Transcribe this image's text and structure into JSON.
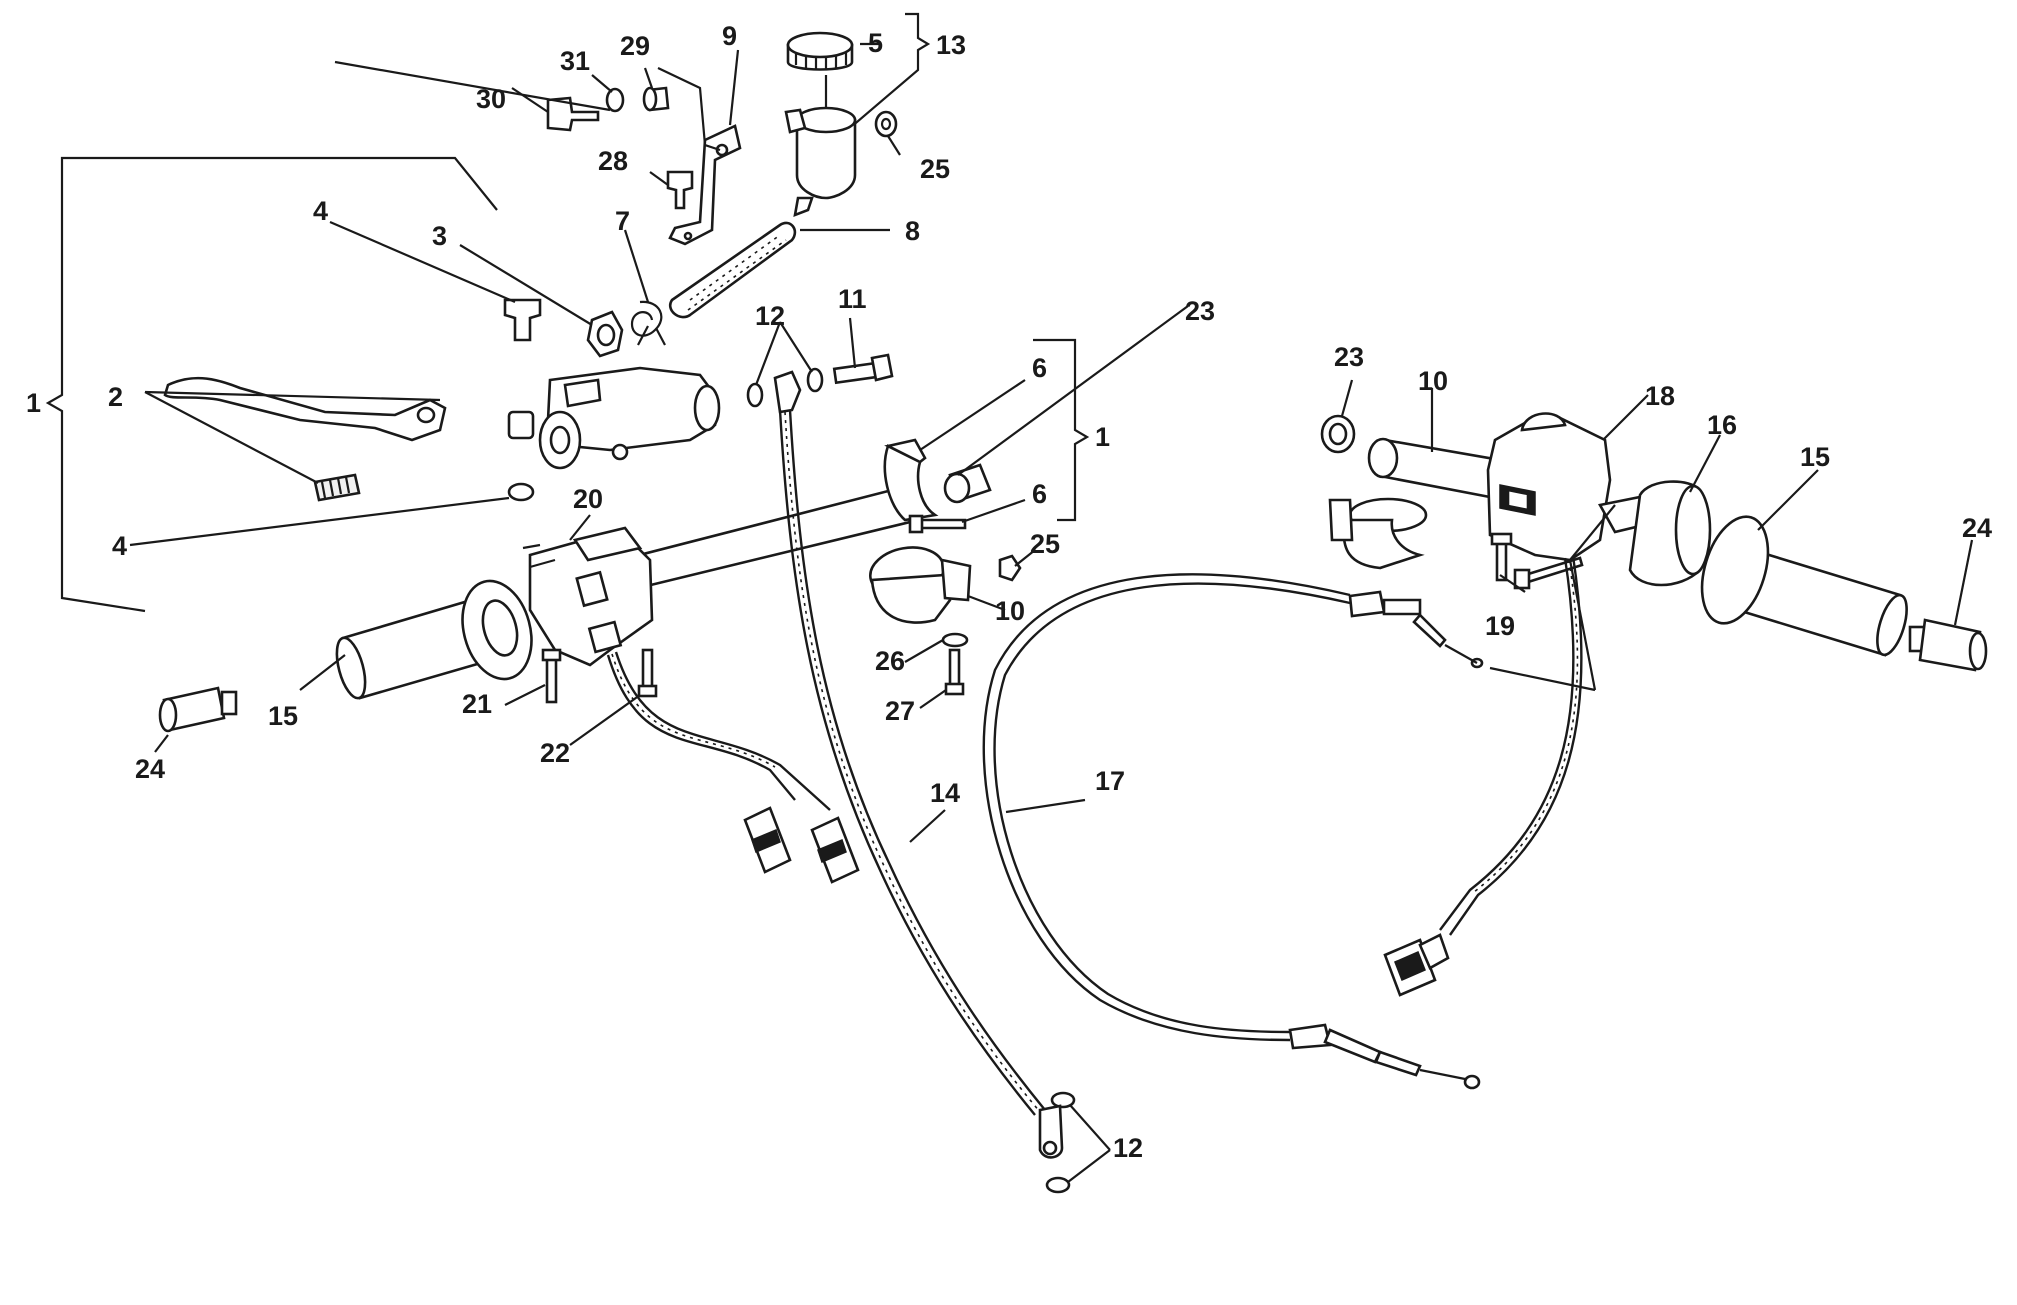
{
  "diagram": {
    "callouts": {
      "c1_left": "1",
      "c1_right": "1",
      "c2": "2",
      "c3": "3",
      "c4_top": "4",
      "c4_bottom": "4",
      "c5": "5",
      "c6_top": "6",
      "c6_bottom": "6",
      "c7": "7",
      "c8": "8",
      "c9": "9",
      "c10_left": "10",
      "c10_right": "10",
      "c11": "11",
      "c12_top": "12",
      "c12_bottom": "12",
      "c13": "13",
      "c14": "14",
      "c15_left": "15",
      "c15_right": "15",
      "c16": "16",
      "c17": "17",
      "c18": "18",
      "c19": "19",
      "c20": "20",
      "c21": "21",
      "c22": "22",
      "c23_left": "23",
      "c23_right": "23",
      "c24_left": "24",
      "c24_right": "24",
      "c25_top": "25",
      "c25_mid": "25",
      "c26": "26",
      "c27": "27",
      "c28": "28",
      "c29": "29",
      "c30": "30",
      "c31": "31"
    }
  }
}
